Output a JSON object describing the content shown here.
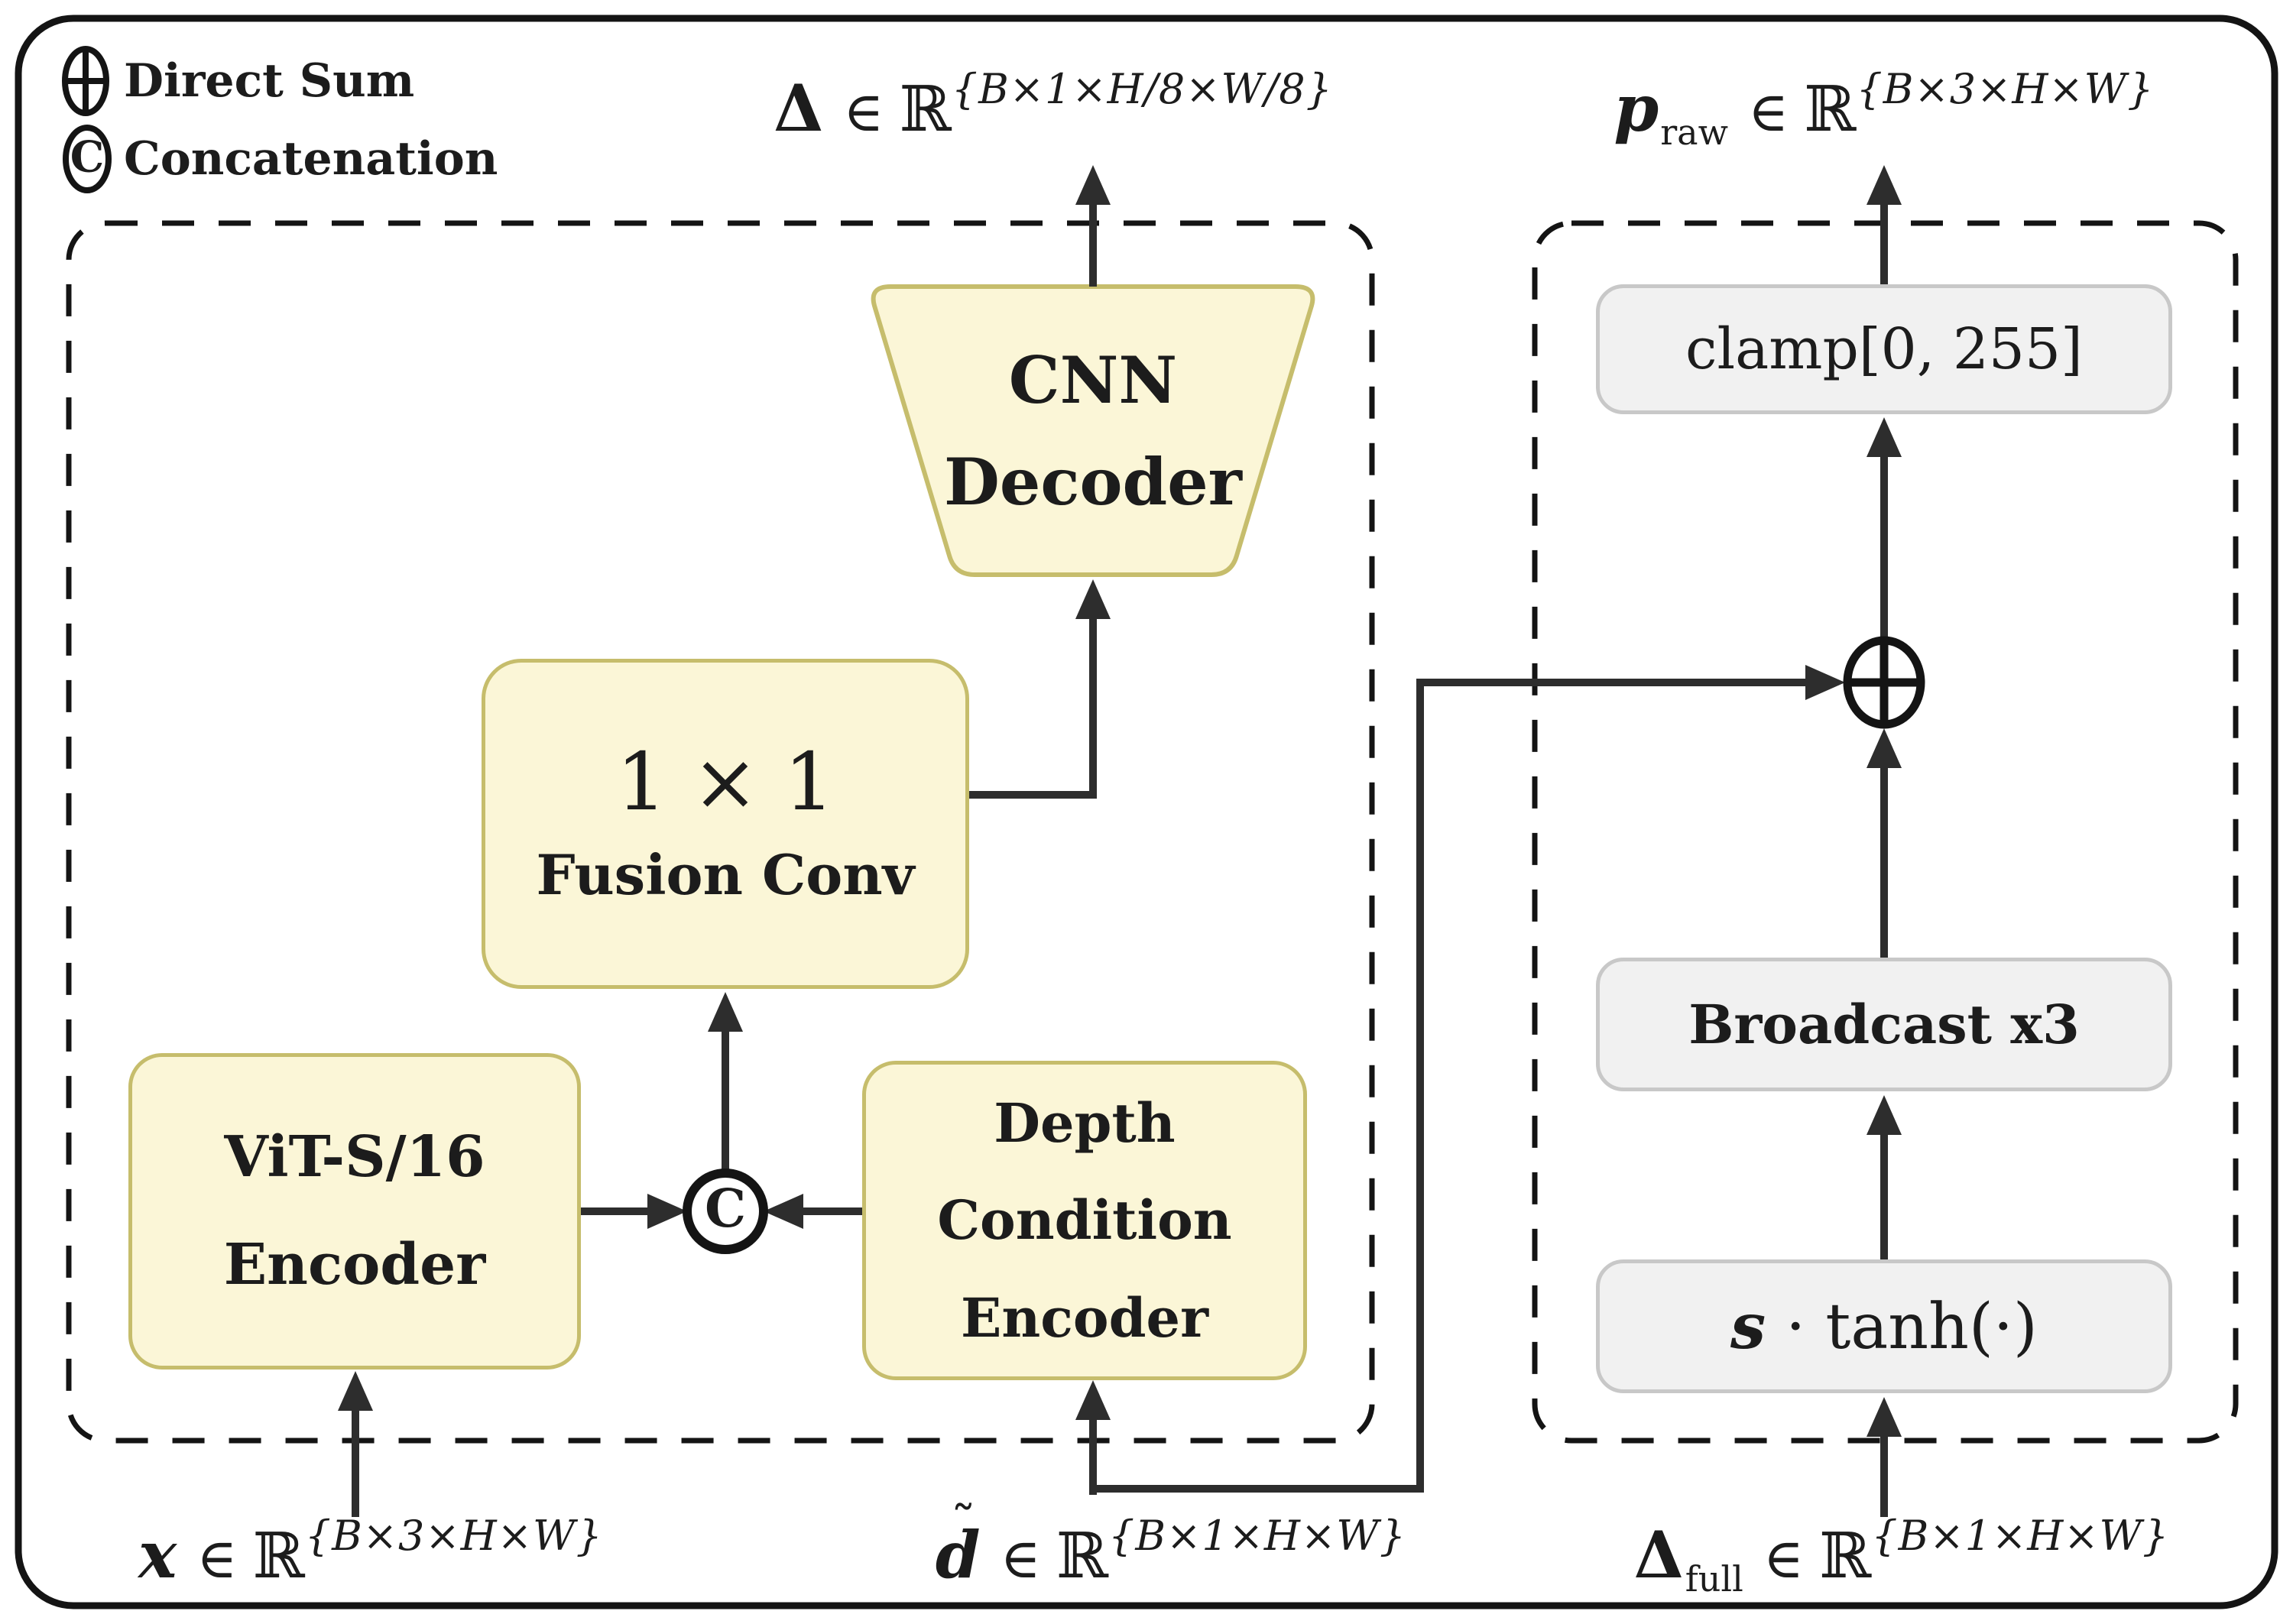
{
  "legend": {
    "direct_sum": "Direct Sum",
    "concatenation": "Concatenation",
    "concat_symbol": "C"
  },
  "nodes": {
    "concat_symbol": "C"
  },
  "blocks": {
    "cnn_decoder": {
      "line1": "CNN",
      "line2": "Decoder"
    },
    "fusion_conv": {
      "line1": "1 × 1",
      "line2": "Fusion Conv"
    },
    "vit_encoder": {
      "line1": "ViT-S/16",
      "line2": "Encoder"
    },
    "depth_encoder": {
      "line1": "Depth",
      "line2": "Condition",
      "line3": "Encoder"
    },
    "clamp": {
      "label": "clamp[0, 255]"
    },
    "broadcast": {
      "label": "Broadcast x3"
    },
    "stanh": {
      "s": "s",
      "rest": " · tanh(·)"
    }
  },
  "labels": {
    "delta_out": {
      "main": "Δ",
      "rel": "∈",
      "set": "ℝ",
      "sup": "{B×1×H/8×W/8}"
    },
    "p_raw": {
      "main": "p",
      "sub": "raw",
      "rel": "∈",
      "set": "ℝ",
      "sup": "{B×3×H×W}"
    },
    "x_in": {
      "main": "x",
      "rel": "∈",
      "set": "ℝ",
      "sup": "{B×3×H×W}"
    },
    "d_tilde": {
      "main": "d",
      "accent": "˜",
      "rel": "∈",
      "set": "ℝ",
      "sup": "{B×1×H×W}"
    },
    "delta_full": {
      "main": "Δ",
      "sub": "full",
      "rel": "∈",
      "set": "ℝ",
      "sup": "{B×1×H×W}"
    }
  },
  "colors": {
    "block_fill": "#FBF6D7",
    "block_border": "#C6BD6C",
    "op_fill": "#F1F1F1",
    "op_border": "#C8C8C8",
    "line": "#2D2D2D",
    "frame": "#141414"
  }
}
